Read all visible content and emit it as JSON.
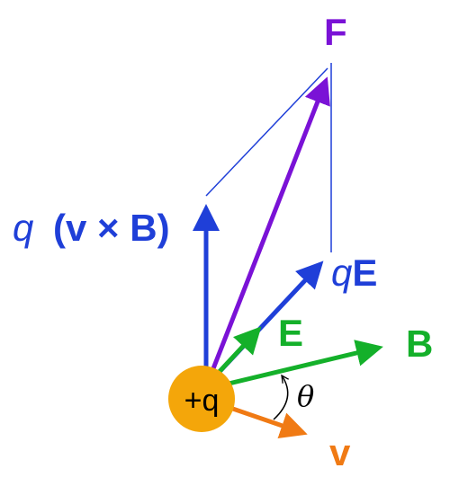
{
  "colors": {
    "force": "#7a12d6",
    "magnetic_force": "#1f3fd8",
    "electric": "#14b02a",
    "velocity": "#f07a14",
    "charge_fill": "#f4a60a",
    "guide": "#1f3fd8",
    "text_black": "#000000"
  },
  "labels": {
    "force": "F",
    "charge": "+q",
    "magnetic_force_q": "q",
    "magnetic_force_rest": "(v × B)",
    "electric_force_q": "q",
    "electric_force_E": "E",
    "electric_field": "E",
    "magnetic_field": "B",
    "velocity": "v",
    "angle": "θ"
  }
}
